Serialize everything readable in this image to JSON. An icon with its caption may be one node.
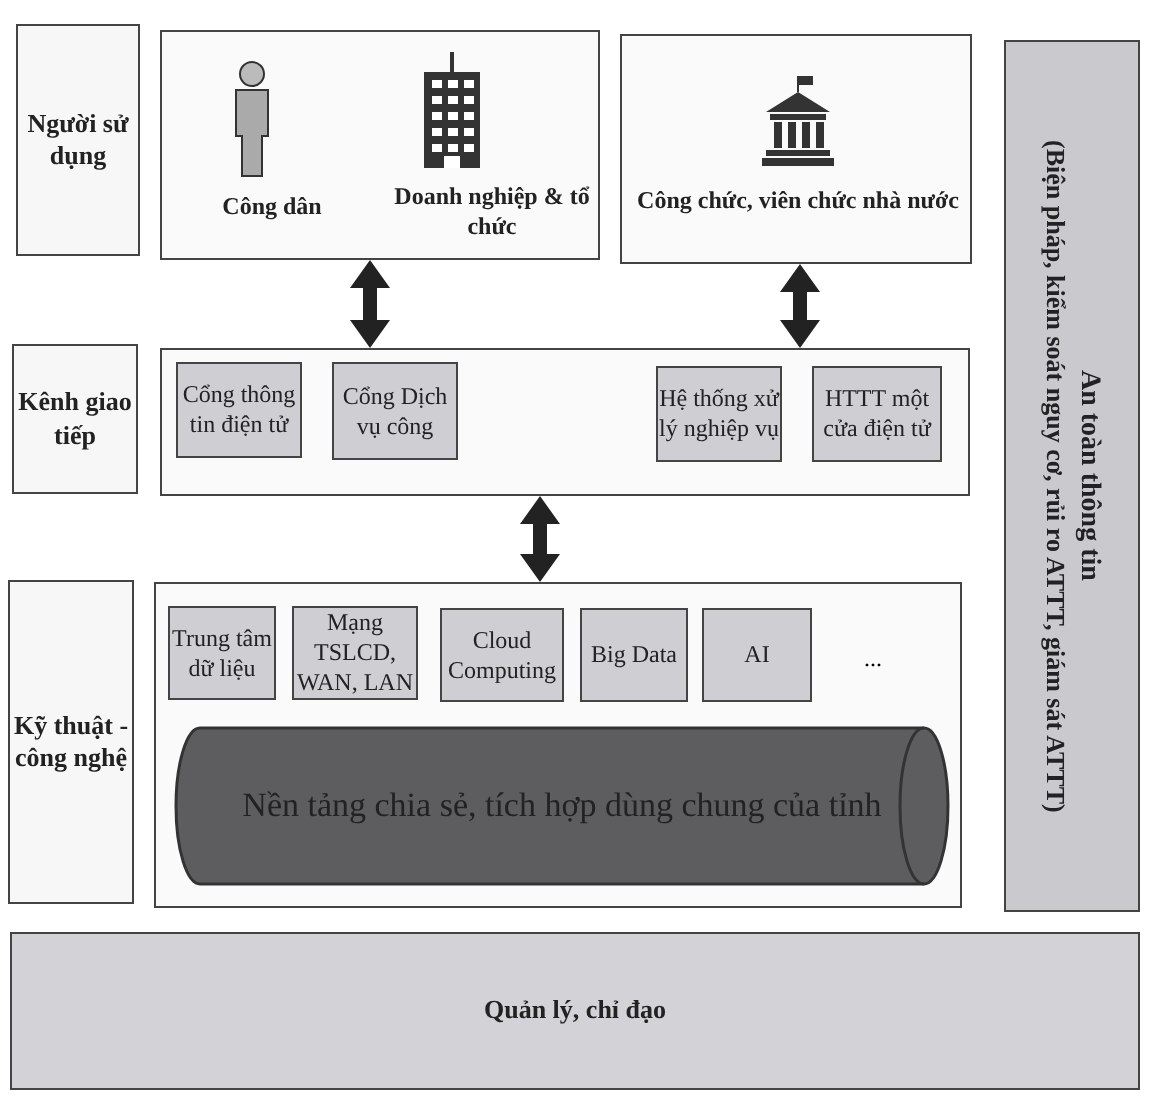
{
  "diagram": {
    "nodes": [
      {
        "text": [
          "Người sử dụng"
        ]
      },
      {
        "text": [
          "Công dân",
          "Doanh nghiệp & tổ chức"
        ]
      },
      {
        "text": [
          "Công chức, viên chức nhà nước"
        ]
      },
      {
        "text": [
          "Kênh giao tiếp"
        ]
      },
      {
        "text": [],
        "shape": "box"
      },
      {
        "text": [
          "Cổng thông tin điện tử"
        ],
        "in": 4
      },
      {
        "text": [
          "Cổng Dịch vụ công"
        ],
        "in": 4
      },
      {
        "text": [
          "Hệ thống xử lý nghiệp vụ"
        ],
        "in": 4
      },
      {
        "text": [
          "HTTT một cửa điện tử"
        ],
        "in": 4
      },
      {
        "text": [
          "Kỹ thuật - công nghệ"
        ]
      },
      {
        "text": [],
        "shape": "box"
      },
      {
        "text": [
          "Trung tâm dữ liệu"
        ],
        "in": 10
      },
      {
        "text": [
          "Mạng TSLCD, WAN, LAN"
        ],
        "in": 10
      },
      {
        "text": [
          "Cloud Computing"
        ],
        "in": 10
      },
      {
        "text": [
          "Big Data"
        ],
        "in": 10
      },
      {
        "text": [
          "AI"
        ],
        "in": 10
      },
      {
        "text": [
          "Nền tảng chia sẻ, tích hợp dùng chung của tỉnh"
        ],
        "in": 10
      },
      {
        "text": [
          "An toàn thông tin",
          "(Biện pháp, kiểm soát nguy cơ, rủi ro ATTT, giám sát ATTT)"
        ]
      },
      {
        "text": [
          "Quản lý, chỉ đạo"
        ]
      }
    ],
    "edges": [
      {
        "from": 1,
        "to": 4,
        "arrow": "both"
      },
      {
        "from": 2,
        "to": 4,
        "arrow": "both"
      },
      {
        "from": 4,
        "to": 10,
        "arrow": "both"
      }
    ],
    "labels": [
      "..."
    ]
  }
}
